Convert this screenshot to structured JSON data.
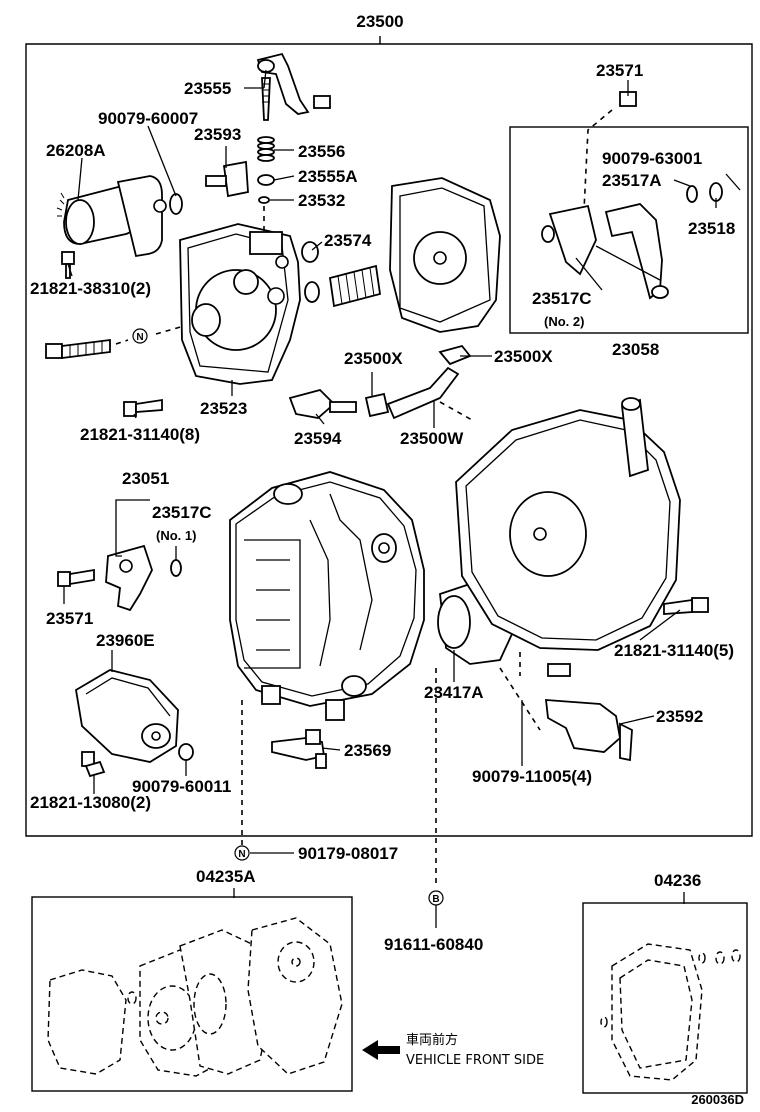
{
  "labels": {
    "p23500": "23500",
    "p23555": "23555",
    "p90079_60007": "90079-60007",
    "p23593": "23593",
    "p26208A": "26208A",
    "p23556": "23556",
    "p23555A": "23555A",
    "p23532": "23532",
    "p23574": "23574",
    "p21821_38310": "21821-38310(2)",
    "p23571_top": "23571",
    "p90079_63001": "90079-63001",
    "p23517A": "23517A",
    "p23518": "23518",
    "p23517C_no2": "23517C",
    "p_no2": "(No. 2)",
    "p23058": "23058",
    "p23500X_a": "23500X",
    "p23500X_b": "23500X",
    "p23523": "23523",
    "p21821_31140_8": "21821-31140(8)",
    "p23594": "23594",
    "p23500W": "23500W",
    "p23051": "23051",
    "p23517C_no1": "23517C",
    "p_no1": "(No. 1)",
    "p23571_mid": "23571",
    "p23960E": "23960E",
    "p21821_31140_5": "21821-31140(5)",
    "p23417A": "23417A",
    "p23592": "23592",
    "p23569": "23569",
    "p90079_60011": "90079-60011",
    "p21821_13080": "21821-13080(2)",
    "p90079_11005": "90079-11005(4)",
    "p90179_08017": "90179-08017",
    "p04235A": "04235A",
    "p04236": "04236",
    "p91611_60840": "91611-60840",
    "note_jp": "車両前方",
    "note_en": "VEHICLE FRONT SIDE",
    "diagram_code": "260036D"
  },
  "markers": {
    "n": "N",
    "b": "B"
  }
}
